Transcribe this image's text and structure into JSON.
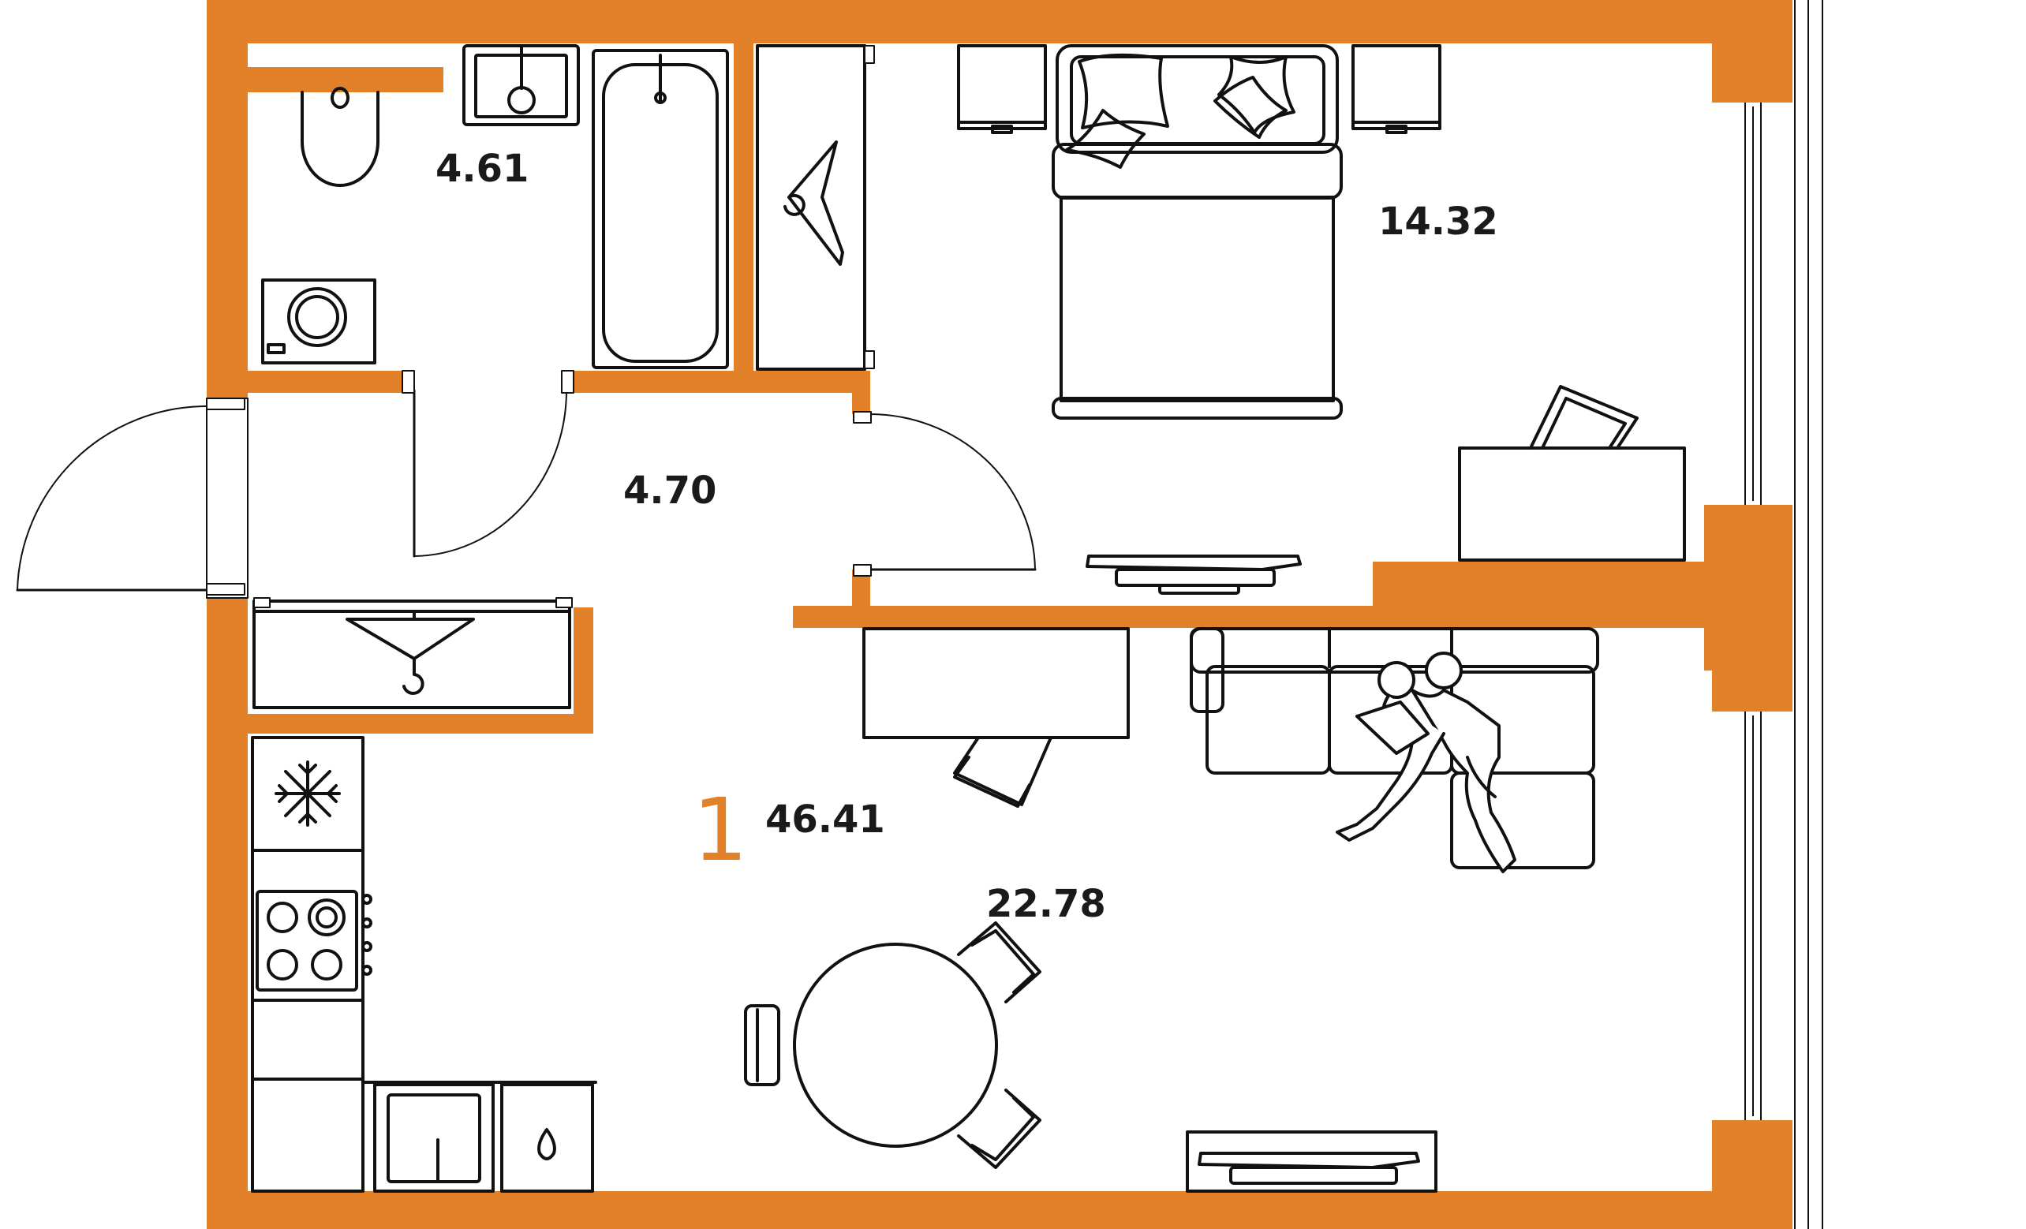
{
  "plan": {
    "colors": {
      "wall": "#e3802a",
      "line": "#111111",
      "background": "#ffffff"
    },
    "room_count": "1",
    "total_area": "46.41",
    "areas": {
      "bathroom": "4.61",
      "hallway": "4.70",
      "bedroom": "14.32",
      "living_kitchen": "22.78"
    },
    "icons": [
      "toilet",
      "sink",
      "bathtub",
      "washing-machine",
      "wardrobe",
      "hanger",
      "double-bed",
      "pillow",
      "nightstand",
      "desk",
      "chair",
      "tv-stand",
      "sofa",
      "people",
      "fridge-snowflake",
      "cooktop",
      "kitchen-sink",
      "dining-table",
      "window",
      "door"
    ]
  }
}
